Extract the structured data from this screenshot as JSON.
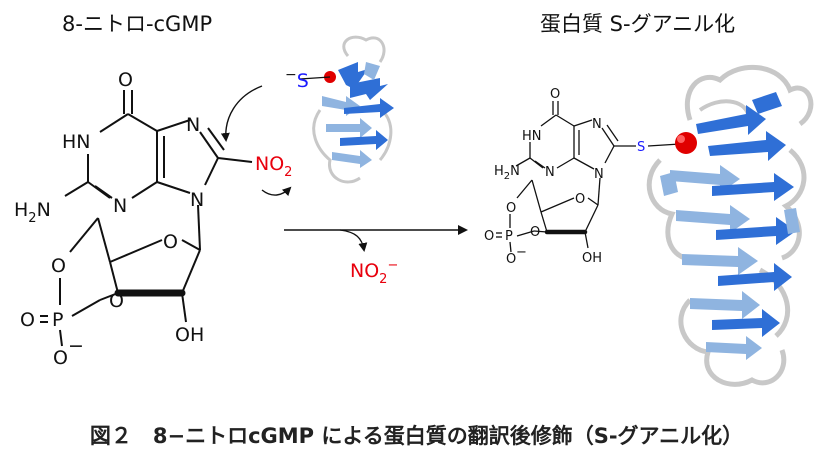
{
  "titles": {
    "left": "8-ニトロ-cGMP",
    "right": "蛋白質 S-グアニル化"
  },
  "caption": "図２　8−ニトロcGMP による蛋白質の翻訳後修飾（S-グアニル化）",
  "left_molecule": {
    "atoms": {
      "O_top": "O",
      "HN": "HN",
      "N_right": "N",
      "NO2": "NO",
      "NO2_sub": "2",
      "H2N": "H",
      "H2N_sub": "2",
      "H2N_N": "N",
      "N_bottom": "N",
      "N9": "N",
      "O_ring": "O",
      "O_5": "O",
      "P": "P",
      "O_eq": "O",
      "O_minus": "O",
      "minus": "−",
      "O_3": "O",
      "OH": "OH"
    }
  },
  "reagent": {
    "thiolate": "S",
    "charge": "−"
  },
  "byproduct": {
    "label": "NO",
    "sub": "2",
    "charge": "−"
  },
  "right_molecule": {
    "atoms": {
      "O_top": "O",
      "HN": "HN",
      "N_right": "N",
      "S": "S",
      "H2N": "H",
      "H2N_sub": "2",
      "H2N_N": "N",
      "N_bottom": "N",
      "N9": "N",
      "O_ring": "O",
      "O_5": "O",
      "P": "P",
      "O_eq": "O",
      "O_minus": "O",
      "minus": "−",
      "O_3": "O",
      "OH": "OH"
    }
  },
  "colors": {
    "protein_dark": "#2f6fd6",
    "protein_light": "#8fb4e0",
    "loop": "#c8c8c8",
    "site": "#e00000",
    "nitro": "#e8000d",
    "sulfur": "#1a1aff"
  },
  "icons": {
    "protein_small": "protein-ribbon",
    "protein_large": "protein-ribbon",
    "reaction_arrow": "arrow-right"
  }
}
